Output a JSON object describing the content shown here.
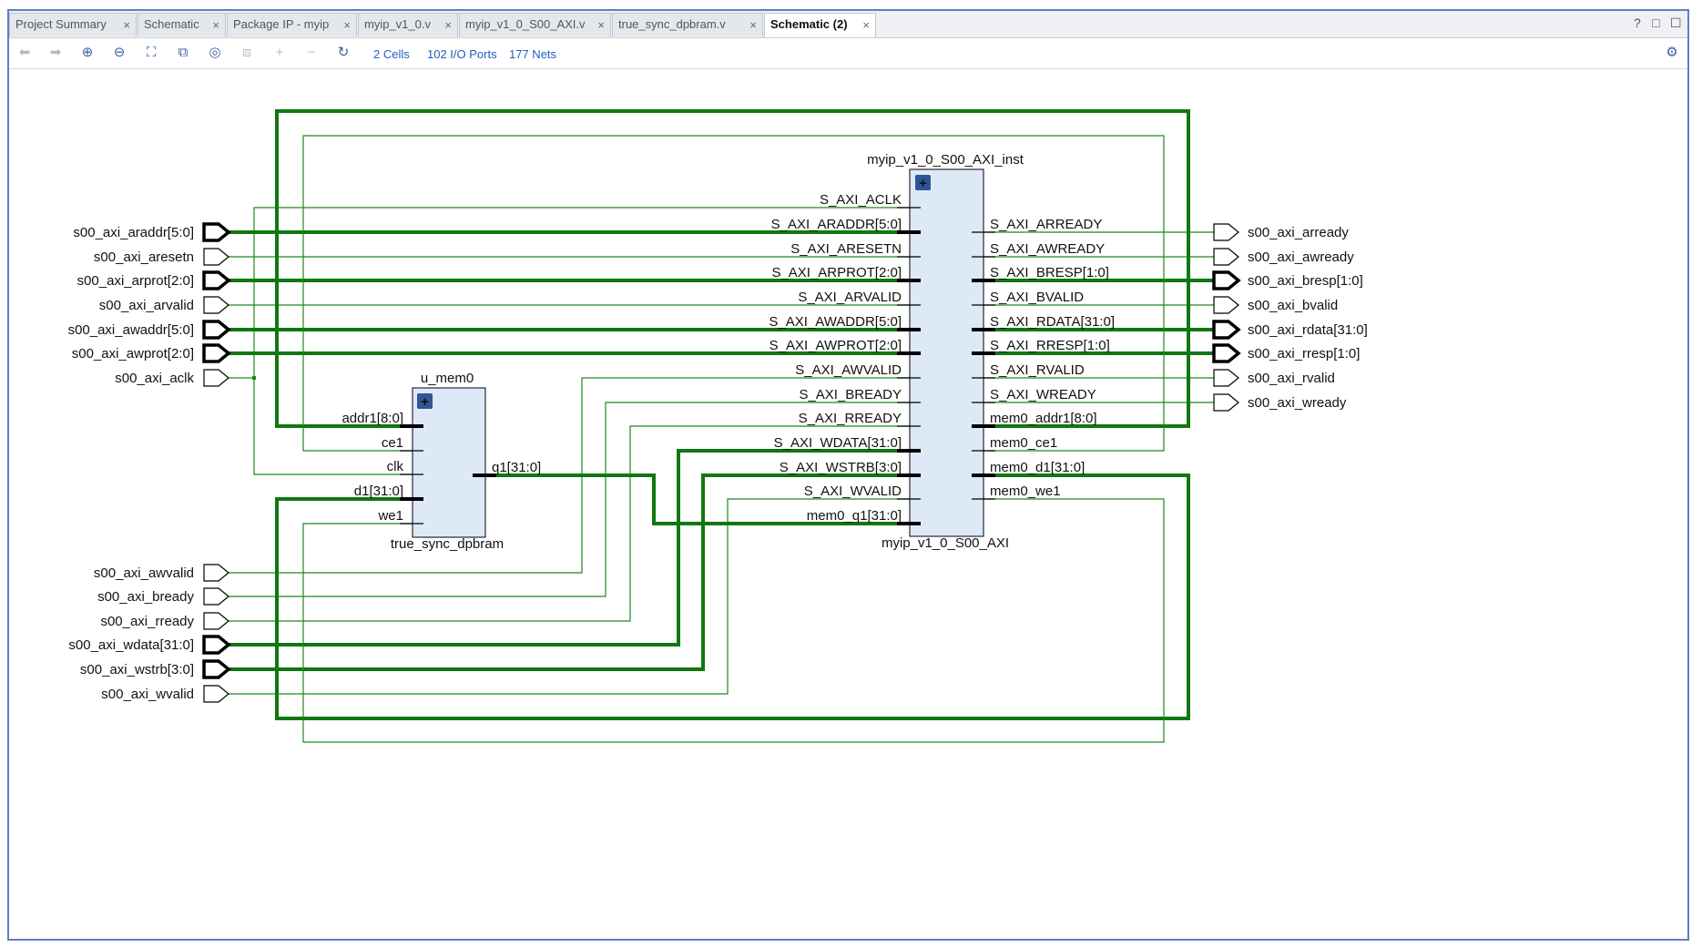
{
  "tabs": [
    {
      "label": "Project Summary",
      "active": false
    },
    {
      "label": "Schematic",
      "active": false
    },
    {
      "label": "Package IP - myip",
      "active": false
    },
    {
      "label": "myip_v1_0.v",
      "active": false
    },
    {
      "label": "myip_v1_0_S00_AXI.v",
      "active": false
    },
    {
      "label": "true_sync_dpbram.v",
      "active": false
    },
    {
      "label": "Schematic (2)",
      "active": true
    }
  ],
  "window_controls": {
    "help": "?",
    "restore": "□",
    "maximize": "☐"
  },
  "toolbar": {
    "icons": [
      "back-arrow-icon",
      "forward-arrow-icon",
      "zoom-in-icon",
      "zoom-out-icon",
      "zoom-fit-icon",
      "zoom-area-icon",
      "autofit-selection-icon",
      "regenerate-icon",
      "expand-icon",
      "collapse-icon",
      "refresh-icon"
    ],
    "cells": "2 Cells",
    "io_ports": "102 I/O Ports",
    "nets": "177 Nets"
  },
  "colors": {
    "net": "#1a8a1a",
    "bus": "#117711",
    "cell_fill": "#dde9f7",
    "tab_active": "#ffffff"
  },
  "schematic": {
    "input_ports": [
      {
        "name": "s00_axi_araddr[5:0]",
        "bus": true
      },
      {
        "name": "s00_axi_aresetn",
        "bus": false
      },
      {
        "name": "s00_axi_arprot[2:0]",
        "bus": true
      },
      {
        "name": "s00_axi_arvalid",
        "bus": false
      },
      {
        "name": "s00_axi_awaddr[5:0]",
        "bus": true
      },
      {
        "name": "s00_axi_awprot[2:0]",
        "bus": true
      },
      {
        "name": "s00_axi_aclk",
        "bus": false
      },
      {
        "name": "s00_axi_awvalid",
        "bus": false
      },
      {
        "name": "s00_axi_bready",
        "bus": false
      },
      {
        "name": "s00_axi_rready",
        "bus": false
      },
      {
        "name": "s00_axi_wdata[31:0]",
        "bus": true
      },
      {
        "name": "s00_axi_wstrb[3:0]",
        "bus": true
      },
      {
        "name": "s00_axi_wvalid",
        "bus": false
      }
    ],
    "output_ports": [
      {
        "name": "s00_axi_arready",
        "bus": false
      },
      {
        "name": "s00_axi_awready",
        "bus": false
      },
      {
        "name": "s00_axi_bresp[1:0]",
        "bus": true
      },
      {
        "name": "s00_axi_bvalid",
        "bus": false
      },
      {
        "name": "s00_axi_rdata[31:0]",
        "bus": true
      },
      {
        "name": "s00_axi_rresp[1:0]",
        "bus": true
      },
      {
        "name": "s00_axi_rvalid",
        "bus": false
      },
      {
        "name": "s00_axi_wready",
        "bus": false
      }
    ],
    "mem_cell": {
      "instance": "u_mem0",
      "module": "true_sync_dpbram",
      "inputs": [
        "addr1[8:0]",
        "ce1",
        "clk",
        "d1[31:0]",
        "we1"
      ],
      "outputs": [
        "q1[31:0]"
      ]
    },
    "axi_cell": {
      "instance": "myip_v1_0_S00_AXI_inst",
      "module": "myip_v1_0_S00_AXI",
      "inputs": [
        "S_AXI_ACLK",
        "S_AXI_ARADDR[5:0]",
        "S_AXI_ARESETN",
        "S_AXI_ARPROT[2:0]",
        "S_AXI_ARVALID",
        "S_AXI_AWADDR[5:0]",
        "S_AXI_AWPROT[2:0]",
        "S_AXI_AWVALID",
        "S_AXI_BREADY",
        "S_AXI_RREADY",
        "S_AXI_WDATA[31:0]",
        "S_AXI_WSTRB[3:0]",
        "S_AXI_WVALID",
        "mem0_q1[31:0]"
      ],
      "outputs": [
        "S_AXI_ARREADY",
        "S_AXI_AWREADY",
        "S_AXI_BRESP[1:0]",
        "S_AXI_BVALID",
        "S_AXI_RDATA[31:0]",
        "S_AXI_RRESP[1:0]",
        "S_AXI_RVALID",
        "S_AXI_WREADY",
        "mem0_addr1[8:0]",
        "mem0_ce1",
        "mem0_d1[31:0]",
        "mem0_we1"
      ]
    }
  }
}
